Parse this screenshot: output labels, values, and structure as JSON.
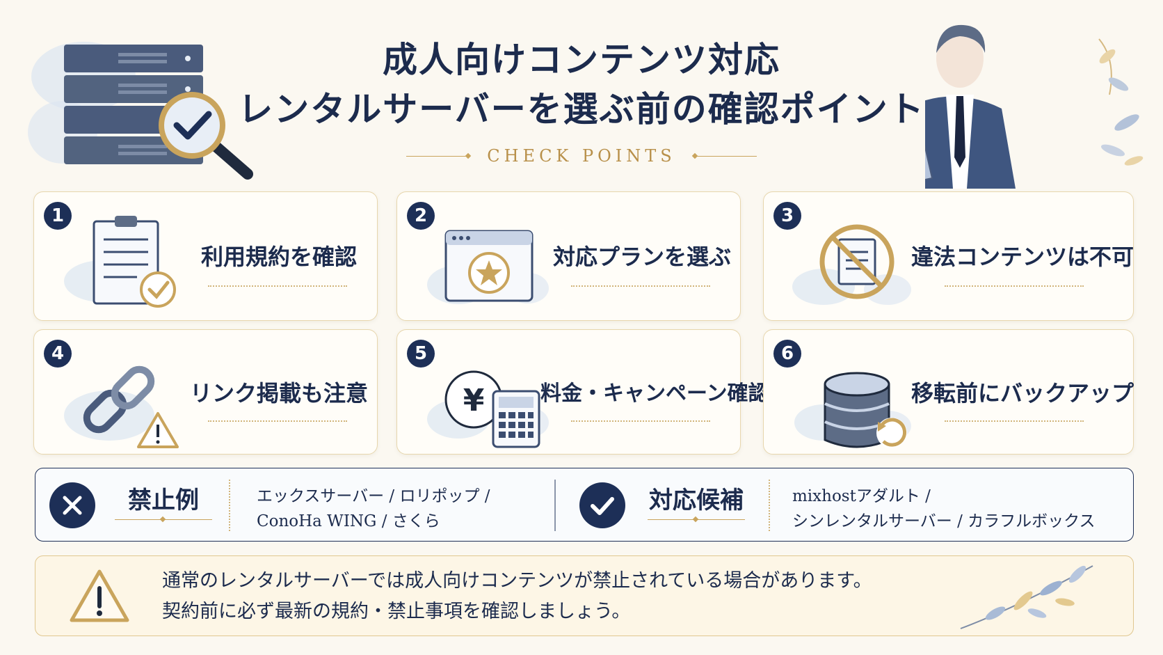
{
  "header": {
    "title_line1": "成人向けコンテンツ対応",
    "title_line2": "レンタルサーバーを選ぶ前の確認ポイント",
    "subtitle": "CHECK POINTS"
  },
  "cards": [
    {
      "number": "1",
      "label": "利用規約を確認",
      "icon": "clipboard-check-icon"
    },
    {
      "number": "2",
      "label": "対応プランを選ぶ",
      "icon": "browser-star-icon"
    },
    {
      "number": "3",
      "label": "違法コンテンツは不可",
      "icon": "prohibited-document-icon"
    },
    {
      "number": "4",
      "label": "リンク掲載も注意",
      "icon": "chain-link-warning-icon"
    },
    {
      "number": "5",
      "label": "料金・キャンペーン確認",
      "icon": "yen-calculator-icon"
    },
    {
      "number": "6",
      "label": "移転前にバックアップ",
      "icon": "database-backup-icon"
    }
  ],
  "examples": {
    "prohibited": {
      "title": "禁止例",
      "line1": "エックスサーバー / ロリポップ /",
      "line2": "ConoHa WING / さくら"
    },
    "supported": {
      "title": "対応候補",
      "line1": "mixhostアダルト /",
      "line2": "シンレンタルサーバー / カラフルボックス"
    }
  },
  "notice": {
    "line1": "通常のレンタルサーバーでは成人向けコンテンツが禁止されている場合があります。",
    "line2": "契約前に必ず最新の規約・禁止事項を確認しましょう。"
  },
  "colors": {
    "navy": "#1d2f57",
    "gold": "#c9a45c",
    "background": "#fbf8f1"
  }
}
